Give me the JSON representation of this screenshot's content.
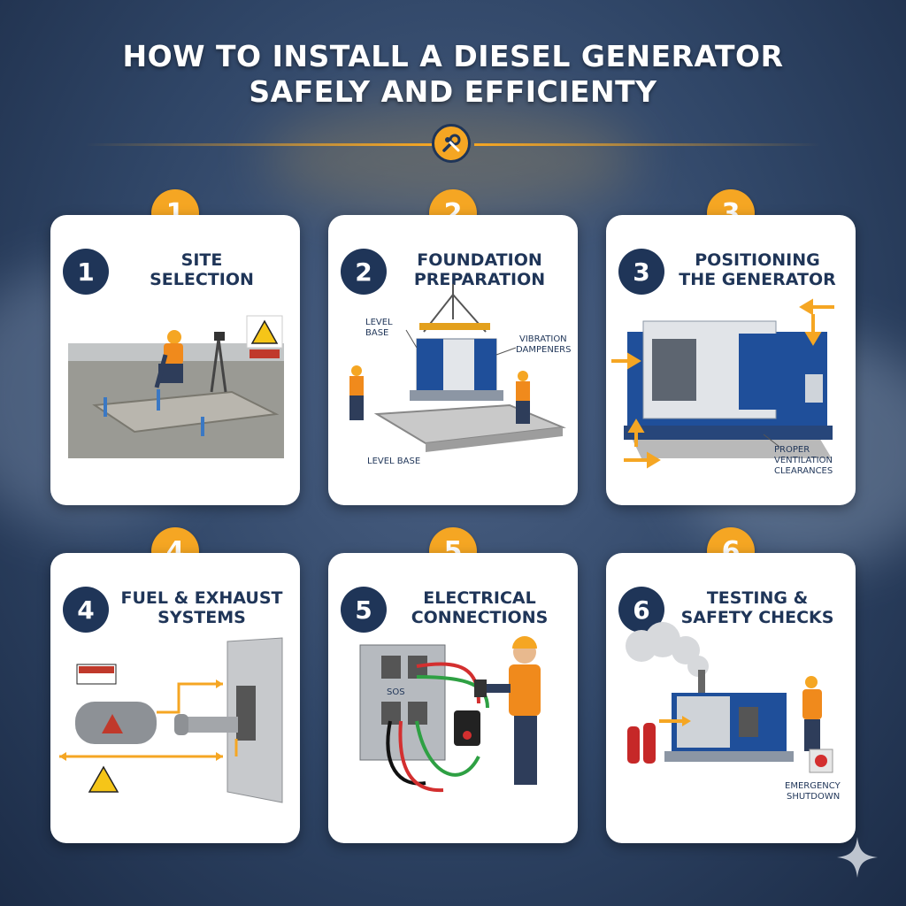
{
  "title": {
    "line1": "HOW TO INSTALL A DIESEL GENERATOR",
    "line2": "SAFELY AND EFFICIENTY"
  },
  "colors": {
    "accent": "#f5a623",
    "navy": "#1f3558",
    "card": "#ffffff",
    "background": "#2f4566"
  },
  "steps": [
    {
      "number": "1",
      "title_line1": "SITE",
      "title_line2": "SELECTION",
      "icons": [
        "worker-icon",
        "warning-sign-icon",
        "survey-tripod-icon"
      ]
    },
    {
      "number": "2",
      "title_line1": "FOUNDATION",
      "title_line2": "PREPARATION",
      "labels": [
        "LEVEL",
        "BASE",
        "VIBRATION",
        "DAMPENERS",
        "LEVEL BASE"
      ],
      "icons": [
        "crane-hook-icon",
        "generator-icon",
        "worker-icon"
      ]
    },
    {
      "number": "3",
      "title_line1": "POSITIONING",
      "title_line2": "THE GENERATOR",
      "labels": [
        "PROPER",
        "VENTILATION",
        "CLEARANCES"
      ],
      "icons": [
        "generator-icon",
        "airflow-arrow-icon"
      ]
    },
    {
      "number": "4",
      "title_line1": "FUEL & EXHAUST",
      "title_line2": "SYSTEMS",
      "icons": [
        "fuel-tank-icon",
        "exhaust-pipe-icon",
        "danger-sign-icon",
        "warning-sign-icon"
      ]
    },
    {
      "number": "5",
      "title_line1": "ELECTRICAL",
      "title_line2": "CONNECTIONS",
      "labels": [
        "SOS"
      ],
      "icons": [
        "electrical-panel-icon",
        "worker-icon",
        "meter-icon"
      ]
    },
    {
      "number": "6",
      "title_line1": "TESTING &",
      "title_line2": "SAFETY CHECKS",
      "labels": [
        "EMERGENCY",
        "SHUTDOWN"
      ],
      "icons": [
        "smoke-icon",
        "fire-extinguisher-icon",
        "generator-icon",
        "emergency-button-icon"
      ]
    }
  ]
}
